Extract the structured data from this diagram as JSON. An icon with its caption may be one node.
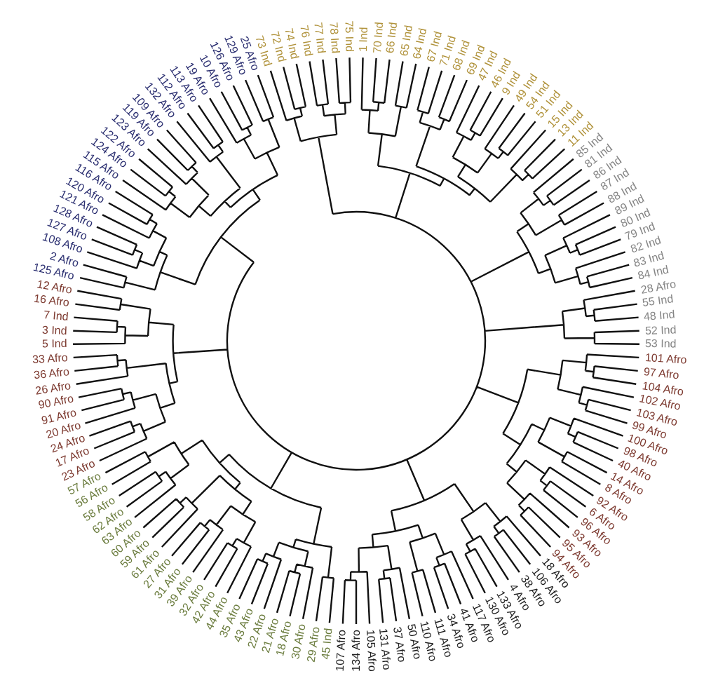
{
  "diagram": {
    "labels": [
      "3 Ind",
      "7 Ind",
      "16 Afro",
      "12 Afro",
      "125 Afro",
      "2 Afro",
      "108 Afro",
      "127 Afro",
      "128 Afro",
      "121 Afro",
      "120 Afro",
      "116 Afro",
      "115 Afro",
      "124 Afro",
      "122 Afro",
      "123 Afro",
      "119 Afro",
      "109 Afro",
      "132 Afro",
      "112 Afro",
      "113 Afro",
      "19 Afro",
      "10 Afro",
      "126 Afro",
      "129 Afro",
      "25 Afro",
      "73 Ind",
      "72 Ind",
      "74 Ind",
      "76 Ind",
      "77 Ind",
      "78 Ind",
      "75 Ind",
      "1 Ind",
      "70 Ind",
      "66 Ind",
      "65 Ind",
      "64 Ind",
      "67 Ind",
      "71 Ind",
      "68 Ind",
      "69 Ind",
      "47 Ind",
      "46 Ind",
      "9 Ind",
      "49 Ind",
      "54 Ind",
      "51 Ind",
      "15 Ind",
      "13 Ind",
      "11 Ind",
      "85 Ind",
      "81 Ind",
      "86 Ind",
      "87 Ind",
      "88 Ind",
      "89 Ind",
      "80 Ind",
      "79 Ind",
      "82 Ind",
      "83 Ind",
      "84 Ind",
      "28 Afro",
      "55 Ind",
      "48 Ind",
      "52 Ind",
      "5 Ind",
      "33 Afro",
      "36 Afro",
      "26 Afro",
      "90 Afro",
      "91 Afro",
      "20 Afro",
      "24 Afro",
      "17 Afro",
      "23 Afro",
      "57 Afro",
      "56 Afro",
      "58 Afro",
      "62 Afro",
      "63 Afro",
      "60 Afro",
      "59 Afro",
      "61 Afro",
      "27 Afro",
      "31 Afro",
      "39 Afro",
      "32 Afro",
      "42 Afro",
      "44 Afro",
      "35 Afro",
      "43 Afro",
      "22 Afro",
      "21 Afro",
      "18 Afro",
      "30 Afro",
      "29 Afro",
      "45 Ind",
      "107 Afro",
      "134 Afro",
      "105 Afro",
      "131 Afro",
      "37 Afro",
      "50 Afro",
      "110 Afro",
      "111 Afro",
      "34 Afro",
      "41 Afro",
      "117 Afro",
      "130 Afro",
      "133 Afro",
      "4 Afro",
      "38 Afro",
      "106 Afro",
      "18 Afro",
      "94 Afro",
      "95 Afro",
      "93 Afro",
      "96 Afro",
      "6 Afro",
      "92 Afro",
      "8 Afro",
      "14 Afro",
      "40 Afro",
      "98 Afro",
      "100 Afro",
      "99 Afro",
      "103 Afro",
      "102 Afro",
      "104 Afro",
      "97 Afro",
      "101 Afro",
      "53 Ind"
    ]
  }
}
